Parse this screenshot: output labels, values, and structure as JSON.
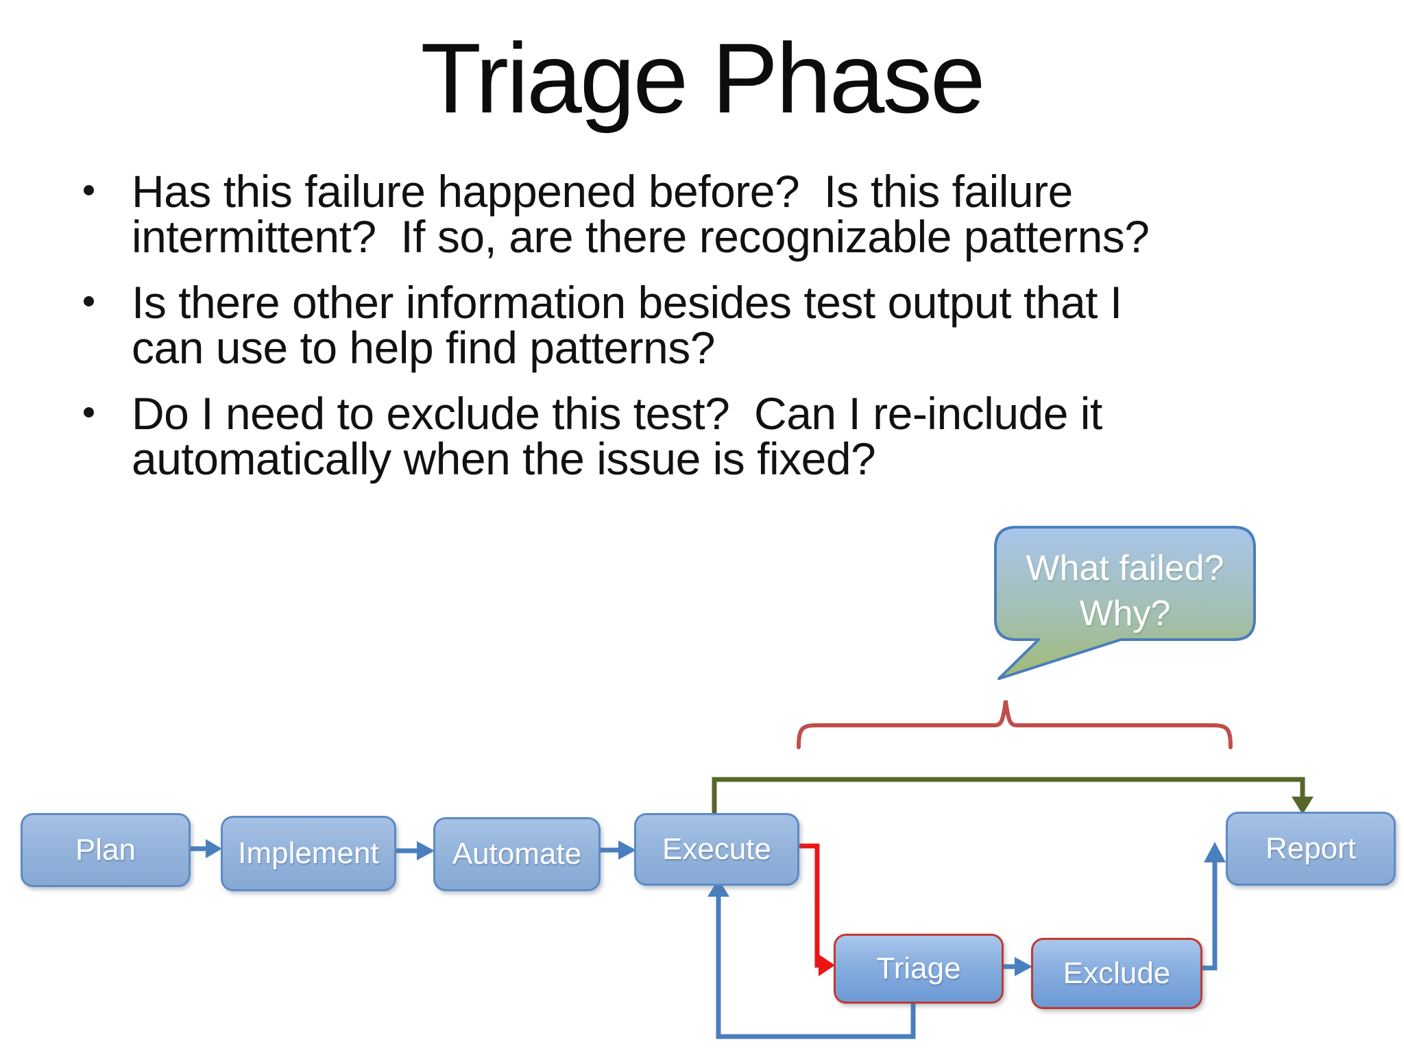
{
  "slide": {
    "title": "Triage Phase",
    "bullets": [
      "Has this failure happened before?  Is this failure\nintermittent?  If so, are there recognizable patterns?",
      "Is there other information besides test output that I\ncan use to help find patterns?",
      "Do I need to exclude this test?  Can I re-include it\nautomatically when the issue is fixed?"
    ]
  },
  "diagram": {
    "callout": {
      "text": "What failed?\nWhy?"
    },
    "nodes": [
      {
        "id": "plan",
        "label": "Plan"
      },
      {
        "id": "implement",
        "label": "Implement"
      },
      {
        "id": "automate",
        "label": "Automate"
      },
      {
        "id": "execute",
        "label": "Execute"
      },
      {
        "id": "triage",
        "label": "Triage"
      },
      {
        "id": "exclude",
        "label": "Exclude"
      },
      {
        "id": "report",
        "label": "Report"
      }
    ],
    "colors": {
      "node_fill_top": "#a7c1e5",
      "node_fill_bottom": "#86a9d4",
      "node_border_blue": "#5d8bc3",
      "node_border_red": "#c03a30",
      "arrow_blue": "#4a7fbe",
      "arrow_red": "#ea1515",
      "arrow_olive": "#55672a",
      "brace_red": "#bf4e4b",
      "callout_fill_top": "#a9c5ec",
      "callout_fill_bottom": "#a2ba76",
      "callout_border": "#4a7ebb",
      "node_text": "#ffffff",
      "body_text": "#111111"
    }
  }
}
